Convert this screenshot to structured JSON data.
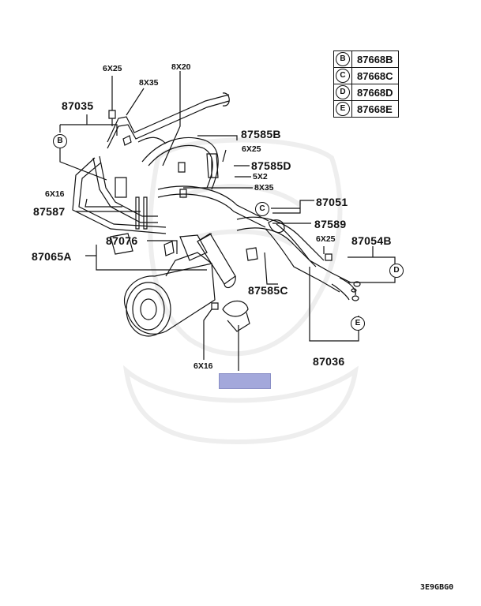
{
  "legend": [
    {
      "letter": "B",
      "part": "87668B"
    },
    {
      "letter": "C",
      "part": "87668C"
    },
    {
      "letter": "D",
      "part": "87668D"
    },
    {
      "letter": "E",
      "part": "87668E"
    }
  ],
  "labels": {
    "b6x25_top": "6X25",
    "b8x35_top": "8X35",
    "b8x20": "8X20",
    "p87035": "87035",
    "p87585b": "87585B",
    "b6x25_mid": "6X25",
    "p87585d": "87585D",
    "b5x2": "5X2",
    "b8x35_mid": "8X35",
    "b6x16_left": "6X16",
    "p87051": "87051",
    "p87587": "87587",
    "p87589": "87589",
    "p87076": "87076",
    "b6x25_right": "6X25",
    "p87054b": "87054B",
    "p87065a": "87065A",
    "p87585c": "87585C",
    "b6x16_bottom": "6X16",
    "p87036": "87036"
  },
  "callouts": {
    "b_left": "B",
    "c_mid": "C",
    "d_right": "D",
    "e_right": "E"
  },
  "diagram_code": "3E9GBG0"
}
